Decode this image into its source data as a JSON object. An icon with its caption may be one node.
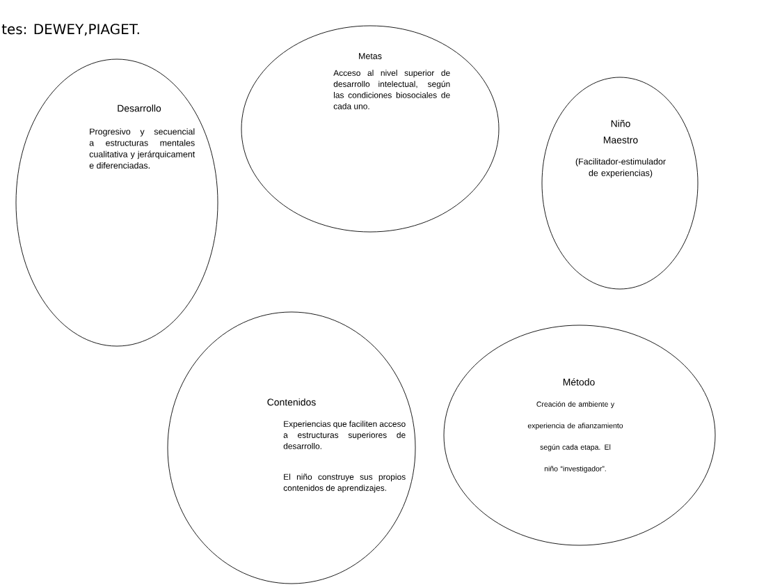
{
  "diagram": {
    "title": "tes: DEWEY,PIAGET.",
    "nodes": [
      {
        "text": [
          "Desarrollo",
          "Progresivo y secuencial a estructuras mentales cualitativa y jerárquicament e diferenciadas."
        ]
      },
      {
        "text": [
          "Metas",
          "Acceso al nivel superior de desarrollo intelectual, según las condiciones biosociales de cada uno."
        ]
      },
      {
        "text": [
          "Niño",
          "Maestro",
          "(Facilitador-estimulador de experiencias)"
        ]
      },
      {
        "text": [
          "Contenidos",
          "Experiencias que faciliten acceso a estructuras superiores de desarrollo.",
          "El niño construye sus propios contenidos de aprendizajes."
        ]
      },
      {
        "text": [
          "Método",
          "Creación de ambiente y experiencia de afianzamiento según cada etapa. El niño “investigador”."
        ]
      }
    ]
  }
}
